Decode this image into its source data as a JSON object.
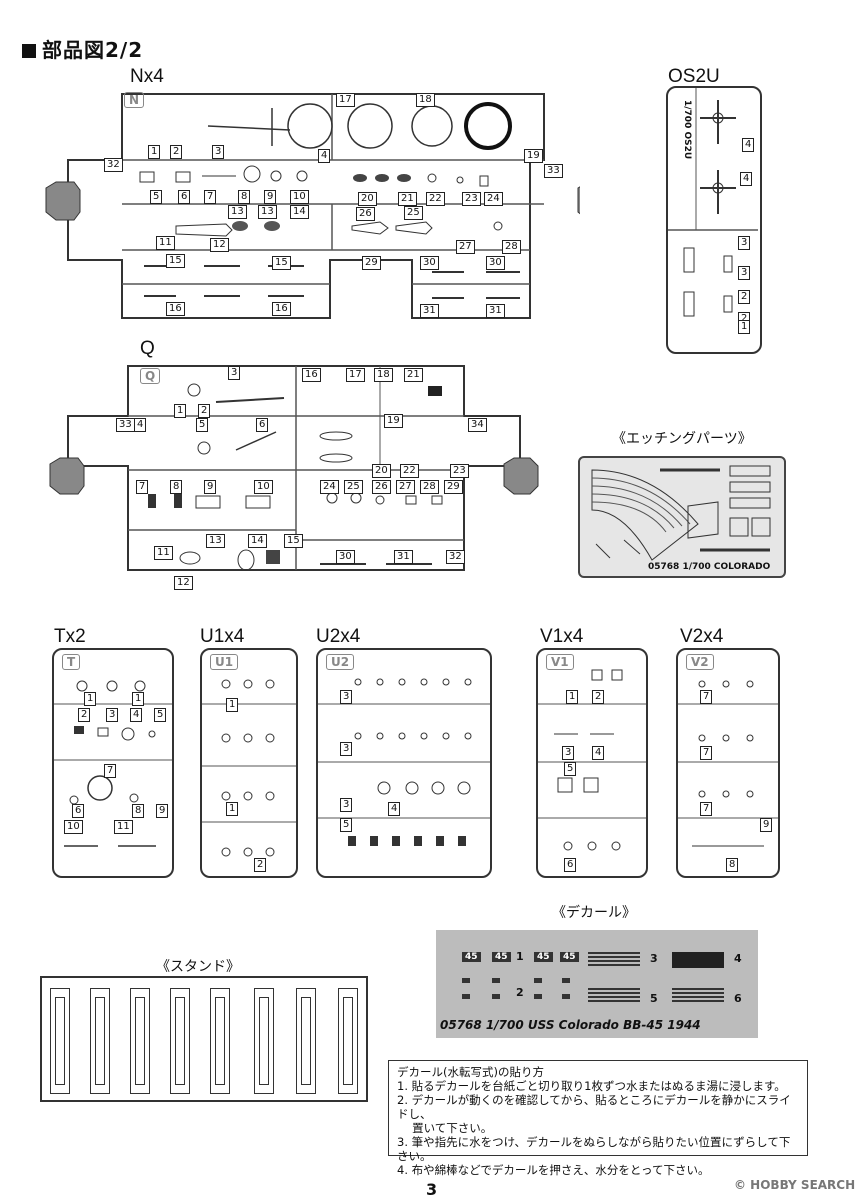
{
  "page_title": "部品図2/2",
  "sprues": {
    "N": {
      "label": "Nx4",
      "letter": "N"
    },
    "OS2U": {
      "label": "OS2U"
    },
    "Q": {
      "label": "Q",
      "letter": "Q"
    },
    "T": {
      "label": "Tx2",
      "letter": "T"
    },
    "U1": {
      "label": "U1x4",
      "letter": "U1"
    },
    "U2": {
      "label": "U2x4",
      "letter": "U2"
    },
    "V1": {
      "label": "V1x4",
      "letter": "V1"
    },
    "V2": {
      "label": "V2x4",
      "letter": "V2"
    }
  },
  "n_parts": [
    "1",
    "2",
    "3",
    "4",
    "17",
    "18",
    "19",
    "32",
    "33",
    "5",
    "6",
    "7",
    "8",
    "9",
    "10",
    "13",
    "13",
    "14",
    "20",
    "21",
    "22",
    "23",
    "24",
    "25",
    "26",
    "11",
    "12",
    "27",
    "28",
    "15",
    "15",
    "29",
    "30",
    "30",
    "16",
    "16",
    "31",
    "31"
  ],
  "q_parts": [
    "3",
    "16",
    "17",
    "18",
    "21",
    "1",
    "2",
    "33",
    "4",
    "5",
    "6",
    "19",
    "34",
    "20",
    "22",
    "23",
    "7",
    "8",
    "9",
    "10",
    "24",
    "25",
    "26",
    "27",
    "28",
    "29",
    "11",
    "13",
    "14",
    "15",
    "30",
    "31",
    "32",
    "12"
  ],
  "os2u_parts": [
    "4",
    "4",
    "3",
    "3",
    "2",
    "2",
    "1"
  ],
  "os2u_scale": "1/700 OS2U",
  "t_parts": [
    "1",
    "1",
    "2",
    "3",
    "4",
    "5",
    "7",
    "6",
    "8",
    "9",
    "10",
    "11"
  ],
  "u1_parts": [
    "1",
    "1",
    "2"
  ],
  "u2_parts": [
    "3",
    "3",
    "3",
    "4",
    "5"
  ],
  "v1_parts": [
    "1",
    "2",
    "3",
    "4",
    "5",
    "6"
  ],
  "v2_parts": [
    "7",
    "7",
    "7",
    "8",
    "9"
  ],
  "etching": {
    "title": "《エッチングパーツ》",
    "caption": "05768 1/700 COLORADO"
  },
  "decal": {
    "title": "《デカール》",
    "tags": [
      "45",
      "45",
      "45",
      "45"
    ],
    "numbers": [
      "1",
      "2",
      "3",
      "4",
      "5",
      "6"
    ],
    "caption": "05768 1/700 USS Colorado BB-45 1944"
  },
  "stand": {
    "title": "《スタンド》"
  },
  "instructions": {
    "title": "デカール(水転写式)の貼り方",
    "steps": [
      "1. 貼るデカールを台紙ごと切り取り1枚ずつ水またはぬるま湯に浸します。",
      "2. デカールが動くのを確認してから、貼るところにデカールを静かにスライドし、",
      "　 置いて下さい。",
      "3. 筆や指先に水をつけ、デカールをぬらしながら貼りたい位置にずらして下さい。",
      "4. 布や綿棒などでデカールを押さえ、水分をとって下さい。"
    ]
  },
  "page_number": "3",
  "watermark": "HOBBY SEARCH",
  "watermark2": "© HOBBY SEARCH"
}
